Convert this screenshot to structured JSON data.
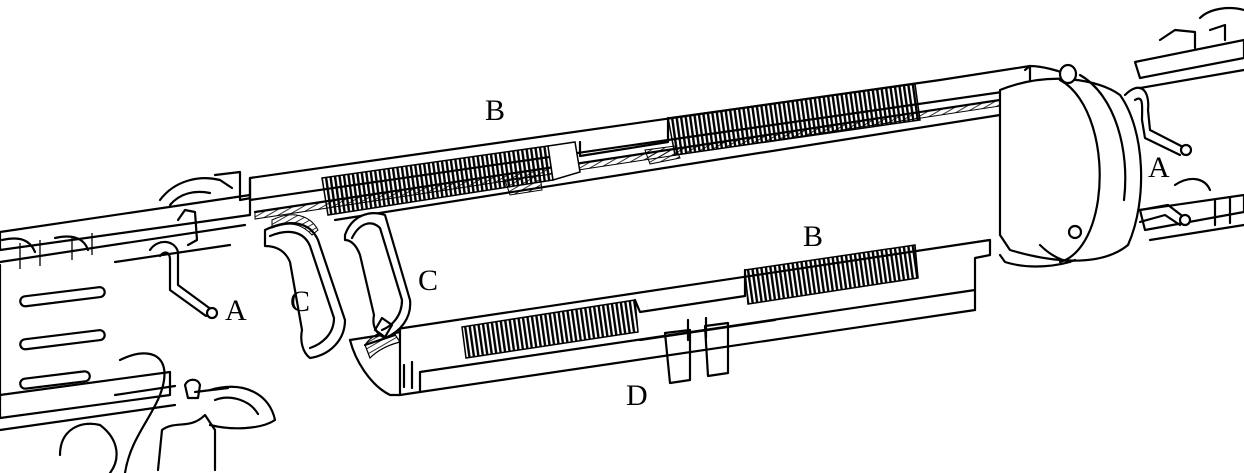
{
  "labels": {
    "A_left": "A",
    "A_right": "A",
    "B_top": "B",
    "B_bottom": "B",
    "C_left": "C",
    "C_right": "C",
    "D": "D"
  },
  "colors": {
    "ink": "#000000",
    "paper": "#ffffff"
  }
}
